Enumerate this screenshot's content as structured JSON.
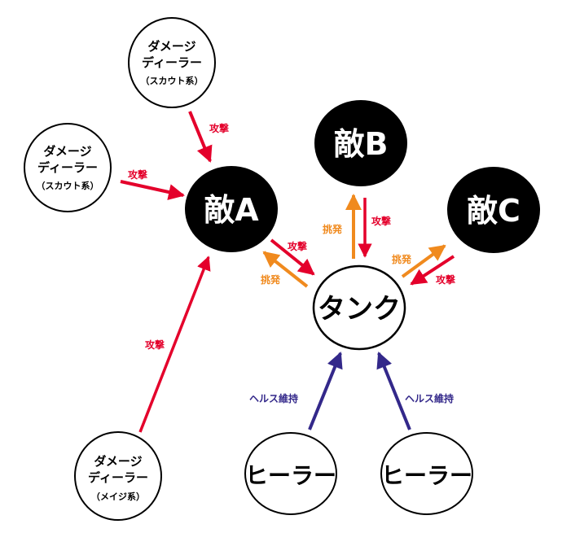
{
  "colors": {
    "attack": "#e4002b",
    "provoke": "#f08a1e",
    "heal": "#33288a",
    "enemy_fill": "#000000",
    "ally_fill": "#ffffff"
  },
  "nodes": {
    "dps_scout_top": {
      "line1": "ダメージ",
      "line2": "ディーラー",
      "line3": "（スカウト系）"
    },
    "dps_scout_left": {
      "line1": "ダメージ",
      "line2": "ディーラー",
      "line3": "（スカウト系）"
    },
    "dps_mage": {
      "line1": "ダメージ",
      "line2": "ディーラー",
      "line3": "（メイジ系）"
    },
    "enemy_a": {
      "label": "敵A"
    },
    "enemy_b": {
      "label": "敵B"
    },
    "enemy_c": {
      "label": "敵C"
    },
    "tank": {
      "label": "タンク"
    },
    "healer_left": {
      "label": "ヒーラー"
    },
    "healer_right": {
      "label": "ヒーラー"
    }
  },
  "edges": [
    {
      "id": "scout-top-to-enemy-a",
      "from": "ダメージディーラー（スカウト系）",
      "to": "敵A",
      "label": "攻撃",
      "type": "attack"
    },
    {
      "id": "scout-left-to-enemy-a",
      "from": "ダメージディーラー（スカウト系）",
      "to": "敵A",
      "label": "攻撃",
      "type": "attack"
    },
    {
      "id": "mage-to-enemy-a",
      "from": "ダメージディーラー（メイジ系）",
      "to": "敵A",
      "label": "攻撃",
      "type": "attack"
    },
    {
      "id": "enemy-a-to-tank",
      "from": "敵A",
      "to": "タンク",
      "label": "攻撃",
      "type": "attack"
    },
    {
      "id": "tank-to-enemy-a",
      "from": "タンク",
      "to": "敵A",
      "label": "挑発",
      "type": "provoke"
    },
    {
      "id": "tank-to-enemy-b",
      "from": "タンク",
      "to": "敵B",
      "label": "挑発",
      "type": "provoke"
    },
    {
      "id": "enemy-b-to-tank",
      "from": "敵B",
      "to": "タンク",
      "label": "攻撃",
      "type": "attack"
    },
    {
      "id": "tank-to-enemy-c",
      "from": "タンク",
      "to": "敵C",
      "label": "挑発",
      "type": "provoke"
    },
    {
      "id": "enemy-c-to-tank",
      "from": "敵C",
      "to": "タンク",
      "label": "攻撃",
      "type": "attack"
    },
    {
      "id": "healer-left-to-tank",
      "from": "ヒーラー",
      "to": "タンク",
      "label": "ヘルス維持",
      "type": "heal"
    },
    {
      "id": "healer-right-to-tank",
      "from": "ヒーラー",
      "to": "タンク",
      "label": "ヘルス維持",
      "type": "heal"
    }
  ]
}
